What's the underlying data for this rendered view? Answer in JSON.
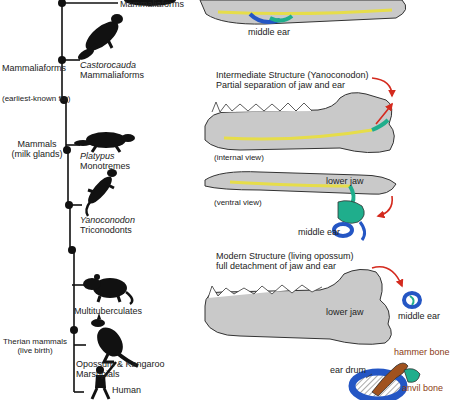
{
  "diagram": {
    "labels": [
      "Mammaliaforms",
      "middle ear",
      "Mammaliaforms",
      "Castorocauda",
      "Mammaliaforms",
      "Intermediate Structure (Yanoconodon)",
      "Partial separation of jaw and ear",
      "(earliest-known fur)",
      "Platypus",
      "Monotremes",
      "Mammals (milk glands)",
      "(internal view)",
      "lower jaw",
      "(ventral view)",
      "Yanoconodon",
      "Triconodonts",
      "middle ear",
      "Modern Structure (living opossum)",
      "full detachment of jaw and ear",
      "lower jaw",
      "Multituberculates",
      "middle ear",
      "Therian mammals (live birth)",
      "hammer bone",
      "Opossum & Kangaroo",
      "anvil bone",
      "Marsupials",
      "ear drum",
      "Human"
    ]
  }
}
